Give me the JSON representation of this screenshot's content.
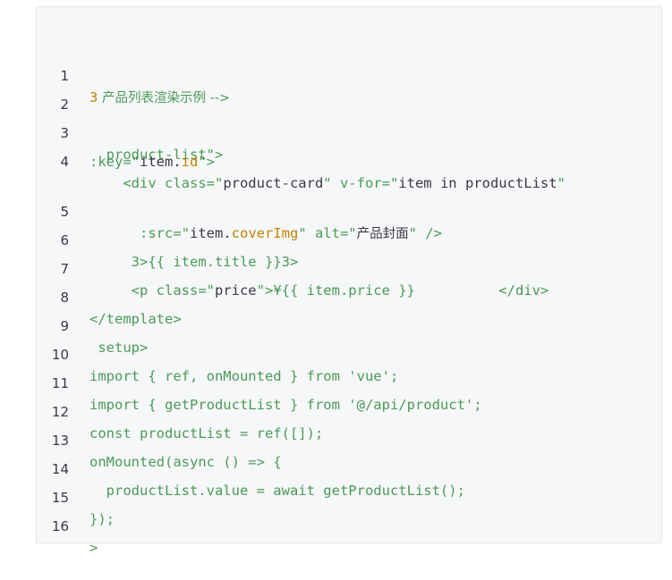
{
  "lines": [
    {
      "num": "1",
      "parts": [
        "3",
        " 产品列表渲染示例 -->"
      ]
    },
    {
      "num": "2"
    },
    {
      "num": "3",
      "text": "  product-list\">"
    },
    {
      "num": "4",
      "parts": [
        "    <div class=\"",
        "product-card",
        "\" v-for=\"",
        "item in productList",
        "\""
      ],
      "cont": [
        ":key=\"",
        "item.",
        "id",
        "\">"
      ]
    },
    {
      "num": "5",
      "parts": [
        "      :src=\"",
        "item.",
        "coverImg",
        "\" alt=\"",
        "产品封面",
        "\" />"
      ]
    },
    {
      "num": "6",
      "text": "     3>{{ item.title }}3>"
    },
    {
      "num": "7",
      "parts": [
        "     <p class=\"",
        "price",
        "\">¥{{ item.price }}          </div>"
      ]
    },
    {
      "num": "8",
      "text": "</template>"
    },
    {
      "num": "9",
      "text": " setup>"
    },
    {
      "num": "10",
      "text": "import { ref, onMounted } from 'vue';"
    },
    {
      "num": "11",
      "text": "import { getProductList } from '@/api/product';"
    },
    {
      "num": "12",
      "text": "const productList = ref([]);"
    },
    {
      "num": "13",
      "text": "onMounted(async () => {"
    },
    {
      "num": "14",
      "text": "  productList.value = await getProductList();"
    },
    {
      "num": "15",
      "text": "});"
    },
    {
      "num": "16",
      "text": ">"
    }
  ]
}
